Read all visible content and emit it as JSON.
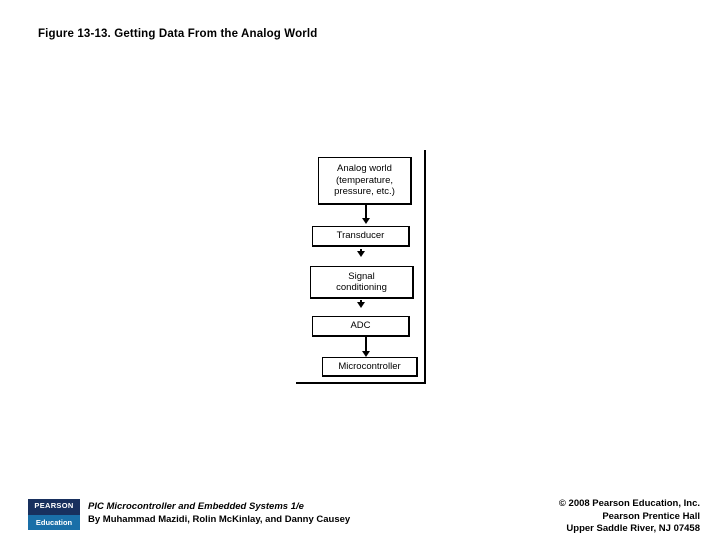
{
  "slide": {
    "title": "Figure 13-13. Getting Data From the Analog World"
  },
  "figure": {
    "flow_boxes": [
      {
        "id": "analog-world",
        "label": "Analog world\n(temperature,\npressure, etc.)"
      },
      {
        "id": "transducer",
        "label": "Transducer"
      },
      {
        "id": "signal-conditioning",
        "label": "Signal\nconditioning"
      },
      {
        "id": "adc",
        "label": "ADC"
      },
      {
        "id": "microcontroller",
        "label": "Microcontroller"
      }
    ],
    "box_labels": {
      "analog_world_line1": "Analog world",
      "analog_world_line2": "(temperature,",
      "analog_world_line3": "pressure, etc.)",
      "transducer": "Transducer",
      "signal_conditioning_line1": "Signal",
      "signal_conditioning_line2": "conditioning",
      "adc": "ADC",
      "microcontroller": "Microcontroller"
    },
    "arrow_count": 4,
    "arrow_direction": "down"
  },
  "footer": {
    "logo": {
      "top_text": "PEARSON",
      "bottom_text": "Education",
      "navy": "#18305e",
      "blue": "#1a6fa8",
      "gold": "#f0b323"
    },
    "book_title": "PIC Microcontroller and Embedded Systems 1/e",
    "book_authors": "By Muhammad Mazidi, Rolin McKinlay, and Danny Causey",
    "copyright_line1": "© 2008 Pearson Education, Inc.",
    "copyright_line2": "Pearson Prentice Hall",
    "copyright_line3": "Upper Saddle River, NJ 07458"
  }
}
